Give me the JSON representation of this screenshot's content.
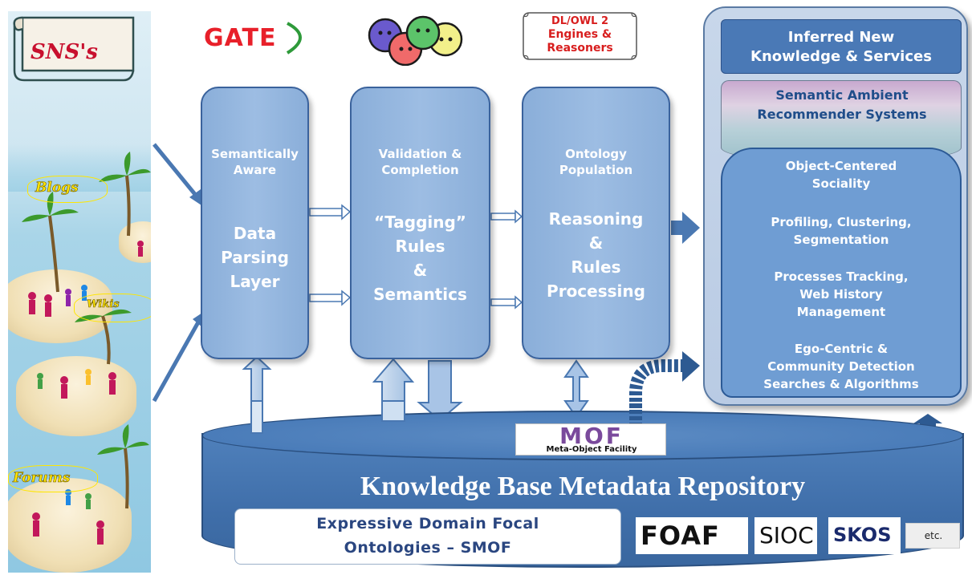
{
  "left": {
    "sns_label": "SNS's",
    "communities": [
      "Blogs",
      "Wikis",
      "Forums"
    ]
  },
  "logos": {
    "gate": "GATE",
    "dl_owl_line1": "DL/OWL 2",
    "dl_owl_line2": "Engines &",
    "dl_owl_line3": "Reasoners",
    "mof_logo": "MOF",
    "mof_caption": "Meta-Object Facility",
    "foaf": "FOAF",
    "sioc": "SIOC",
    "skos": "SKOS",
    "etc": "etc."
  },
  "layers": [
    {
      "sub1": "Semantically",
      "sub2": "Aware",
      "main": [
        "Data",
        "Parsing",
        "Layer"
      ]
    },
    {
      "sub1": "Validation &",
      "sub2": "Completion",
      "main": [
        "“Tagging”",
        "Rules",
        "&",
        "Semantics"
      ]
    },
    {
      "sub1": "Ontology",
      "sub2": "Population",
      "main": [
        "Reasoning",
        "&",
        "Rules",
        "Processing"
      ]
    }
  ],
  "right": {
    "inferred": [
      "Inferred New",
      "Knowledge & Services"
    ],
    "semantic": [
      "Semantic Ambient",
      "Recommender Systems"
    ],
    "items": [
      [
        "Object-Centered",
        "Sociality"
      ],
      [
        "Profiling, Clustering,",
        "Segmentation"
      ],
      [
        "Processes Tracking,",
        "Web History",
        "Management"
      ],
      [
        "Ego-Centric &",
        "Community Detection",
        "Searches & Algorithms"
      ]
    ]
  },
  "kb": {
    "title": "Knowledge Base Metadata Repository",
    "domain_line1": "Expressive Domain Focal",
    "domain_line2": "Ontologies – SMOF"
  },
  "colors": {
    "layer_fill": "#8fb2dc",
    "layer_border": "#3a629c",
    "kb_fill": "#4a7cb9",
    "inferred_fill": "#4a79b6",
    "gate_red": "#e8202a",
    "mof_purple": "#7a4a9c"
  }
}
